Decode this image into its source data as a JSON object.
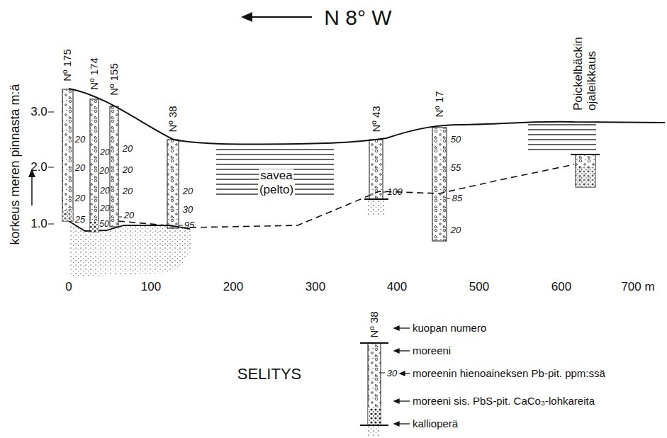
{
  "diagram": {
    "labels": [
      "N 8° W",
      "korkeus meren pinnasta m:ä",
      "3.0",
      "2.0",
      "1.0",
      "0",
      "100",
      "200",
      "300",
      "400",
      "500",
      "600",
      "700 m",
      "Nº 175",
      "Nº 174",
      "Nº 155",
      "Nº 38",
      "Nº 43",
      "Nº 17",
      "Poickelbäckin ojaleikkaus",
      "savea",
      "(pelto)",
      "20",
      "20",
      "20",
      "25",
      "20",
      "20",
      "20",
      "20",
      "50",
      "20",
      "20",
      "20",
      "20",
      "20",
      "30",
      "95",
      "100",
      "50",
      "55",
      "85",
      "20",
      "SELITYS",
      "Nº 38",
      "30"
    ],
    "legend": [
      {
        "text": "kuopan numero"
      },
      {
        "text": "moreeni"
      },
      {
        "text": "moreenin hienoaineksen Pb-pit. ppm:ssä"
      },
      {
        "text": "moreeni sis. PbS-pit. CaCo₃-lohkareita"
      },
      {
        "text": "kallioperä"
      }
    ]
  }
}
